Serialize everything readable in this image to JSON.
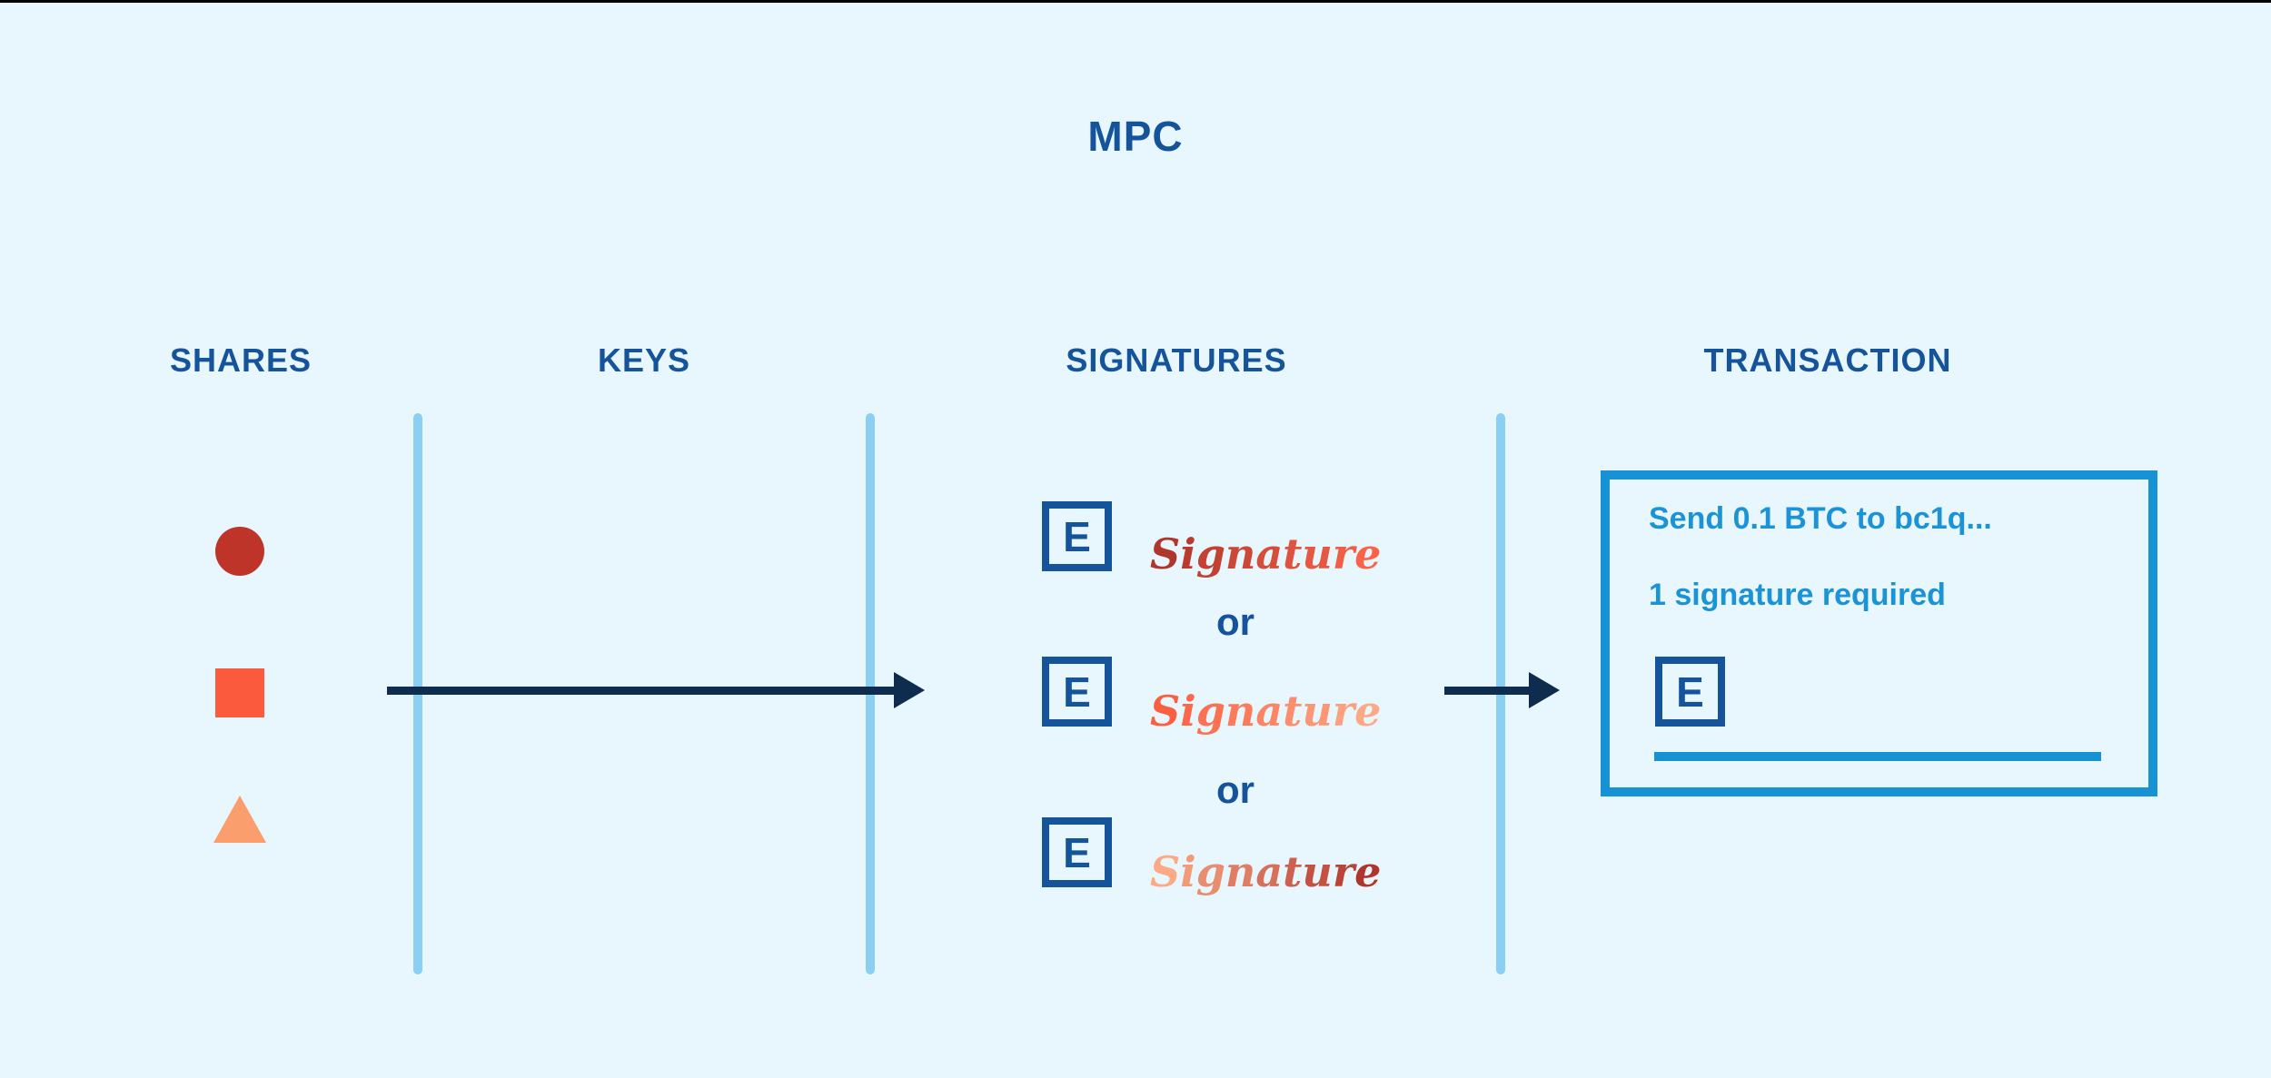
{
  "title": "MPC",
  "columns": [
    {
      "label": "SHARES"
    },
    {
      "label": "KEYS"
    },
    {
      "label": "SIGNATURES"
    },
    {
      "label": "TRANSACTION"
    }
  ],
  "shares": [
    {
      "shape": "circle",
      "color": "#be3429"
    },
    {
      "shape": "square",
      "color": "#fb5a3c"
    },
    {
      "shape": "triangle",
      "color": "#fa9e6e"
    }
  ],
  "signatures": {
    "separator": "or",
    "rows": [
      {
        "icon": "E",
        "label": "Signature",
        "gradient": [
          "#b0352c",
          "#f96449"
        ]
      },
      {
        "icon": "E",
        "label": "Signature",
        "gradient": [
          "#fb5f42",
          "#fbaa85"
        ]
      },
      {
        "icon": "E",
        "label": "Signature",
        "gradient": [
          "#fbaa85",
          "#b0352c"
        ]
      }
    ]
  },
  "transaction": {
    "line1": "Send 0.1 BTC to bc1q...",
    "line2": "1 signature required",
    "icon": "E"
  },
  "colors": {
    "background": "#e8f6fd",
    "dark_blue": "#15549b",
    "navy": "#0e2c4e",
    "bright_blue": "#1793d5",
    "bright_blue_text": "#1b93d6",
    "divider_blue": "#8bd0f2",
    "top_edge": "#000000"
  }
}
